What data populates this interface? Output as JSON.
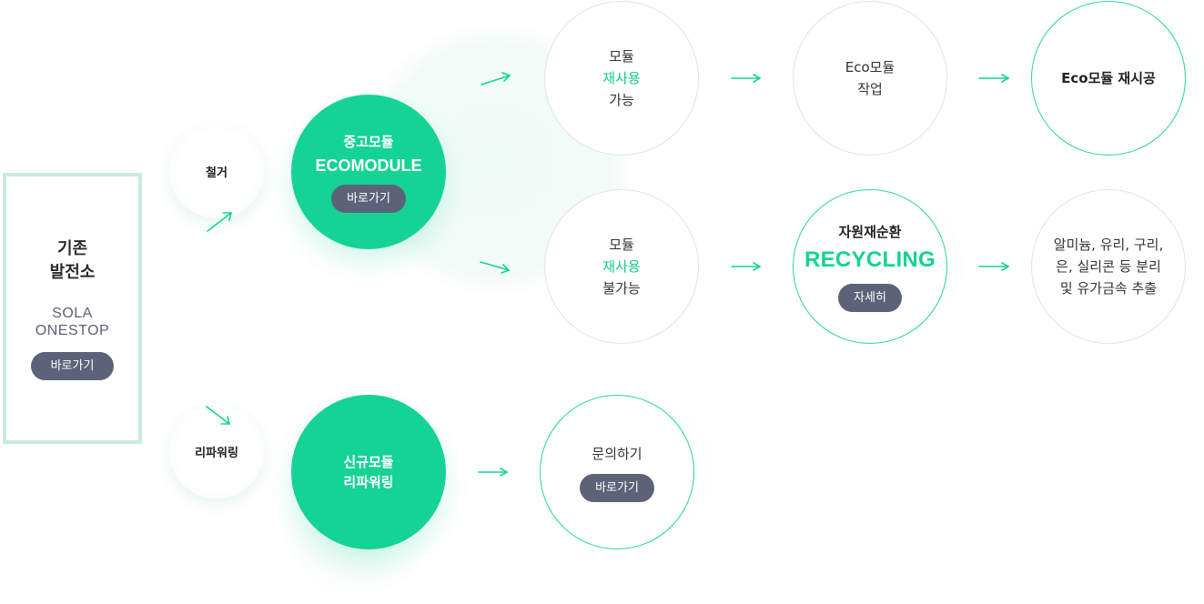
{
  "source": {
    "title_line1": "기존",
    "title_line2": "발전소",
    "brand_line1": "SOLA",
    "brand_line2": "ONESTOP",
    "button": "바로가기"
  },
  "branches": {
    "top_label": "철거",
    "bottom_label": "리파워링"
  },
  "ecomodule": {
    "line1": "중고모듈",
    "line2": "ECOMODULE",
    "button": "바로가기"
  },
  "reusable": {
    "line1": "모듈",
    "line2": "재사용",
    "line3": "가능"
  },
  "eco_work": {
    "line1": "Eco모듈",
    "line2": "작업"
  },
  "eco_reprocess": {
    "text": "Eco모듈 재시공"
  },
  "not_reusable": {
    "line1": "모듈",
    "line2": "재사용",
    "line3": "불가능"
  },
  "recycling": {
    "line1": "자원재순환",
    "line2": "RECYCLING",
    "button": "자세히"
  },
  "extract": {
    "line1": "알미늄, 유리, 구리,",
    "line2": "은, 실리콘 등 분리",
    "line3": "및 유가금속 추출"
  },
  "new_module": {
    "line1": "신규모듈",
    "line2": "리파워링"
  },
  "inquiry": {
    "text": "문의하기",
    "button": "바로가기"
  },
  "colors": {
    "accent": "#14d394",
    "button_bg": "#5c6378",
    "border_light": "#c9ece0"
  }
}
